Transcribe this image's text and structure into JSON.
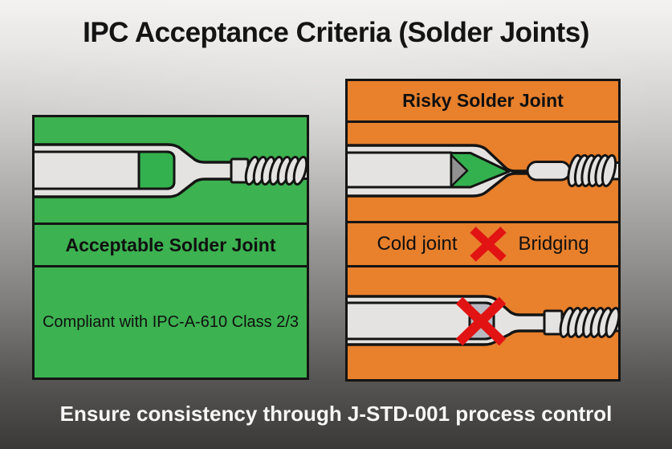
{
  "title": "IPC Acceptance Criteria (Solder Joints)",
  "acceptable_panel": {
    "caption": "Acceptable Solder Joint",
    "compliance_note": "Compliant with IPC-A-610 Class 2/3"
  },
  "risky_panel": {
    "title": "Risky Solder Joint",
    "defects": {
      "left": "Cold joint",
      "right": "Bridging"
    }
  },
  "footer": "Ensure consistency through J-STD-001 process control",
  "icons": {
    "defect_marker": "red-x-icon"
  },
  "colors": {
    "panel_green": "#3cb250",
    "solder_green": "#33b14e",
    "panel_orange": "#e8802c",
    "defect_red": "#e21313",
    "tube_gray": "#e4e3e1",
    "chevron_gray": "#919191",
    "void_gray": "#b8b9c1",
    "outline_black": "#141414",
    "title_text": "#141414",
    "footer_text": "#f7f7f7"
  }
}
